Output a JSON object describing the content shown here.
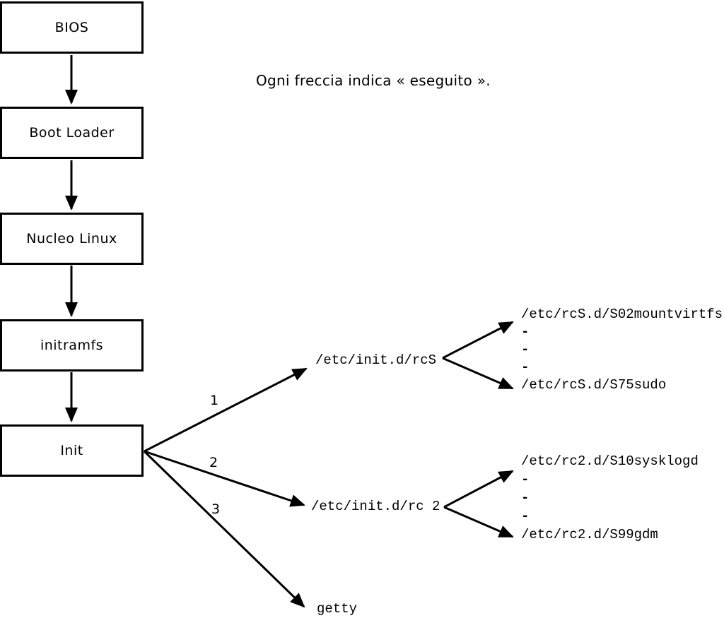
{
  "note": "Ogni freccia indica « eseguito ».",
  "colors": {
    "line": "#000000",
    "background": "#ffffff"
  },
  "boxes": [
    {
      "label": "BIOS"
    },
    {
      "label": "Boot Loader"
    },
    {
      "label": "Nucleo Linux"
    },
    {
      "label": "initramfs"
    },
    {
      "label": "Init"
    }
  ],
  "branches": [
    {
      "number": "1",
      "target": "/etc/init.d/rcS"
    },
    {
      "number": "2",
      "target": "/etc/init.d/rc 2"
    },
    {
      "number": "3",
      "target": "getty"
    }
  ],
  "rcS_scripts": [
    "/etc/rcS.d/S02mountvirtfs",
    "-",
    "-",
    "-",
    "/etc/rcS.d/S75sudo"
  ],
  "rc2_scripts": [
    "/etc/rc2.d/S10sysklogd",
    "-",
    "-",
    "-",
    "/etc/rc2.d/S99gdm"
  ]
}
